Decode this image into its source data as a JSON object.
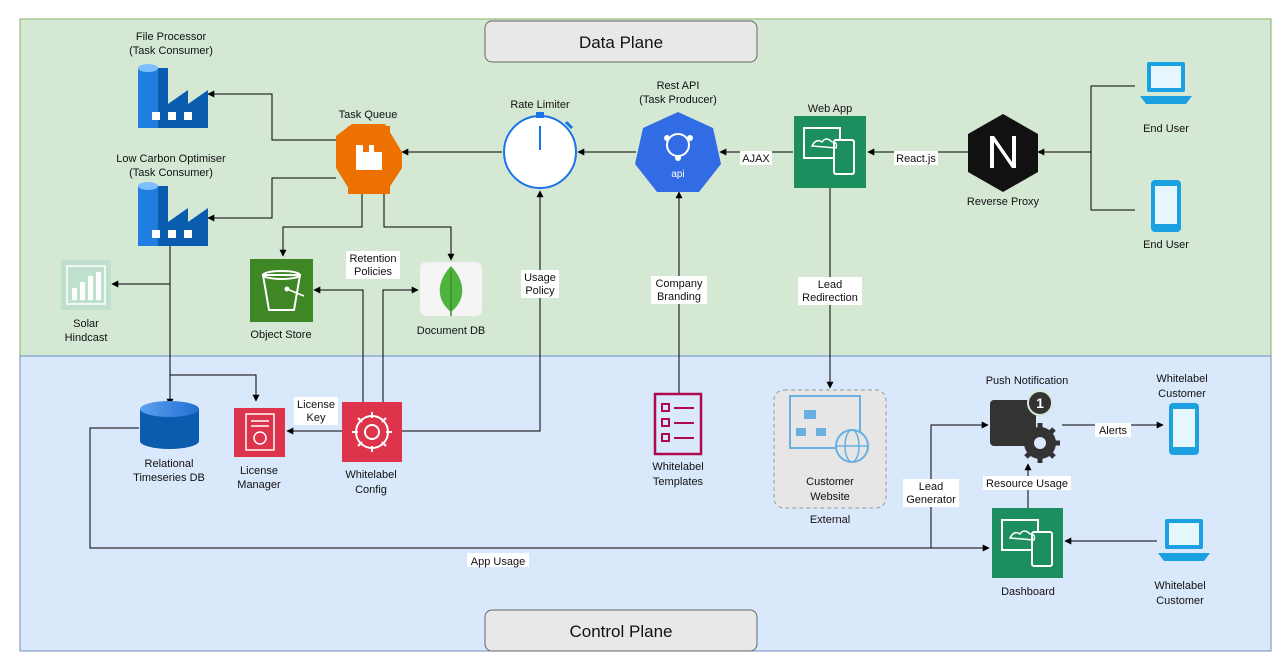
{
  "planes": {
    "data_plane": "Data Plane",
    "control_plane": "Control Plane"
  },
  "nodes": {
    "file_processor": [
      "File Processor",
      "(Task Consumer)"
    ],
    "low_carbon": [
      "Low Carbon Optimiser",
      "(Task Consumer)"
    ],
    "task_queue": [
      "Task Queue"
    ],
    "rate_limiter": [
      "Rate Limiter"
    ],
    "rest_api": [
      "Rest API",
      "(Task Producer)"
    ],
    "web_app": [
      "Web App"
    ],
    "reverse_proxy": [
      "Reverse Proxy"
    ],
    "end_user_1": [
      "End User"
    ],
    "end_user_2": [
      "End User"
    ],
    "solar_hindcast": [
      "Solar",
      "Hindcast"
    ],
    "object_store": [
      "Object Store"
    ],
    "document_db": [
      "Document DB"
    ],
    "relational_db": [
      "Relational",
      "Timeseries DB"
    ],
    "license_manager": [
      "License",
      "Manager"
    ],
    "whitelabel_config": [
      "Whitelabel",
      "Config"
    ],
    "whitelabel_templates": [
      "Whitelabel",
      "Templates"
    ],
    "customer_website": [
      "Customer",
      "Website"
    ],
    "external": [
      "External"
    ],
    "push_notification": [
      "Push Notification"
    ],
    "whitelabel_customer_1": [
      "Whitelabel",
      "Customer"
    ],
    "dashboard": [
      "Dashboard"
    ],
    "whitelabel_customer_2": [
      "Whitelabel",
      "Customer"
    ]
  },
  "edges": {
    "ajax": [
      "AJAX"
    ],
    "react": [
      "React.js"
    ],
    "retention": [
      "Retention",
      "Policies"
    ],
    "usage_policy": [
      "Usage",
      "Policy"
    ],
    "company_branding": [
      "Company",
      "Branding"
    ],
    "lead_redirection": [
      "Lead",
      "Redirection"
    ],
    "license_key": [
      "License",
      "Key"
    ],
    "alerts": [
      "Alerts"
    ],
    "resource_usage": [
      "Resource Usage"
    ],
    "lead_generator": [
      "Lead",
      "Generator"
    ],
    "app_usage": [
      "App Usage"
    ]
  },
  "icons": {
    "api_icon_text": "api",
    "push_badge": "1"
  },
  "colors": {
    "data_plane_bg": "#d5e8d4",
    "control_plane_bg": "#dae8fc",
    "azure_blue": "#0078d4",
    "aws_orange": "#ed7100",
    "aws_green": "#3f8624",
    "aws_red": "#dd344c",
    "k8s_blue": "#326ce5",
    "webapp_teal": "#1d8e5e",
    "nginx_dark": "#111111",
    "device_blue": "#1ba1e2",
    "push_dark": "#333333"
  }
}
